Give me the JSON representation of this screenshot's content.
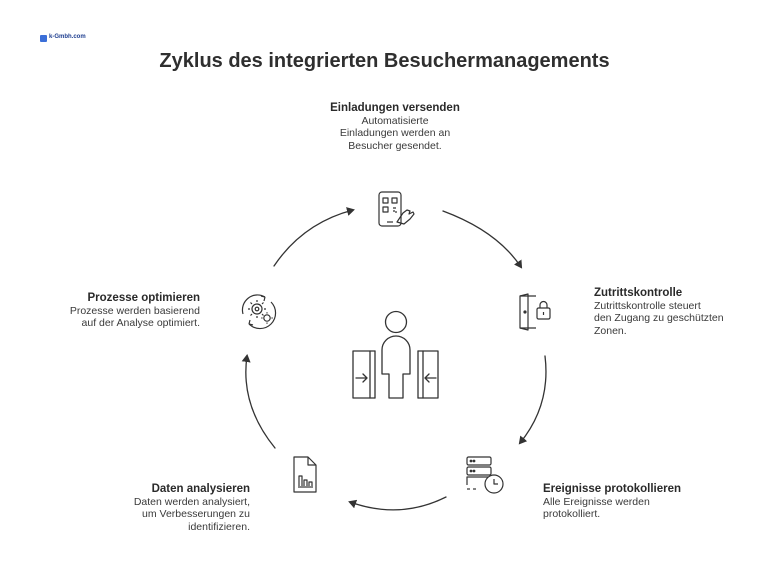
{
  "logo": {
    "text": "k-Gmbh.com",
    "color": "#3b6fd8"
  },
  "title": "Zyklus des integrierten Besuchermanagements",
  "steps": [
    {
      "heading": "Einladungen versenden",
      "description": "Automatisierte\nEinladungen werden an\nBesucher gesendet.",
      "icon": "phone-qr-icon"
    },
    {
      "heading": "Zutrittskontrolle",
      "description": "Zutrittskontrolle steuert\nden Zugang zu geschützten\nZonen.",
      "icon": "door-lock-icon"
    },
    {
      "heading": "Ereignisse protokollieren",
      "description": "Alle Ereignisse werden\nprotokolliert.",
      "icon": "server-clock-icon"
    },
    {
      "heading": "Daten analysieren",
      "description": "Daten werden analysiert,\num Verbesserungen zu\nidentifizieren.",
      "icon": "document-chart-icon"
    },
    {
      "heading": "Prozesse optimieren",
      "description": "Prozesse werden basierend\nauf der Analyse optimiert.",
      "icon": "gears-cycle-icon"
    }
  ],
  "center_icon": "person-turnstile-icon",
  "colors": {
    "stroke": "#333333",
    "text": "#3a3a3a",
    "title": "#2f2f2f"
  }
}
